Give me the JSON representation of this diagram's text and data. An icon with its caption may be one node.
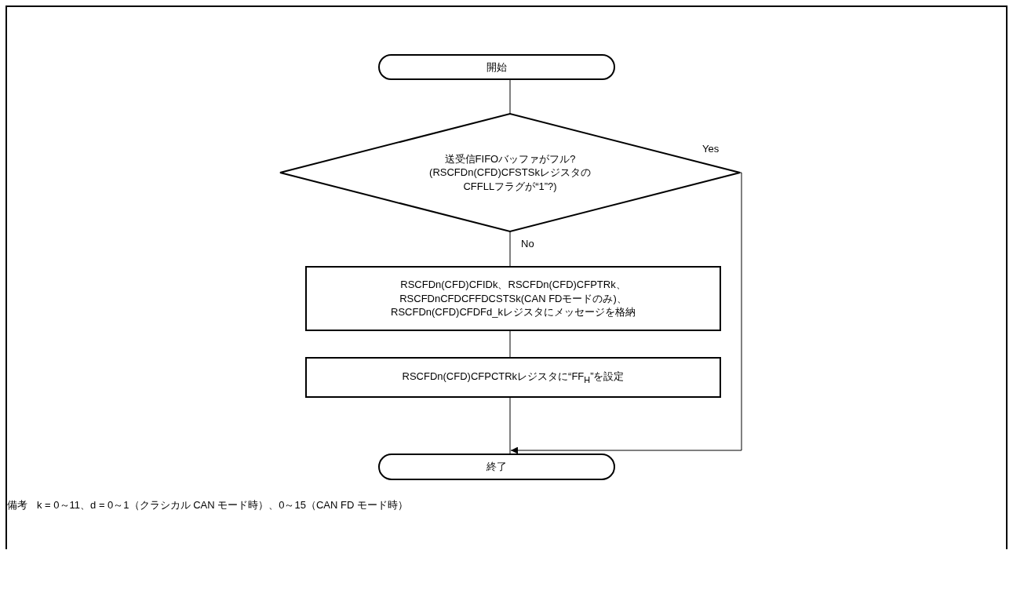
{
  "diagram": {
    "nodes": [
      {
        "text": [
          "開始"
        ]
      },
      {
        "text": [
          "送受信FIFOバッファがフル?(RSCFDn(CFD)CFSTSkレジスタのCFFLLフラグが“1”?)"
        ]
      },
      {
        "text": [
          "RSCFDn(CFD)CFIDk、RSCFDn(CFD)CFPTRk、RSCFDnCFDCFFDCSTSk(CAN FDモードのみ)、RSCFDn(CFD)CFDFd_kレジスタにメッセージを格納"
        ]
      },
      {
        "text": [
          "RSCFDn(CFD)CFPCTRkレジスタに“FF$_{H}$”を設定"
        ]
      },
      {
        "text": [
          "終了"
        ]
      }
    ],
    "edges": [
      {
        "from": 0,
        "to": 1,
        "arrow": "none"
      },
      {
        "from": 1,
        "to": 2,
        "arrow": "none",
        "label": "No"
      },
      {
        "from": 2,
        "to": 3,
        "arrow": "none"
      },
      {
        "from": 3,
        "to": 4,
        "arrow": "none"
      },
      {
        "from": 1,
        "to": 4,
        "arrow": "to",
        "label": "Yes"
      }
    ],
    "labels": [
      "備考",
      "k = 0～11、d = 0～1（クラシカル CAN モード時）、0～15（CAN FD モード時）"
    ]
  }
}
